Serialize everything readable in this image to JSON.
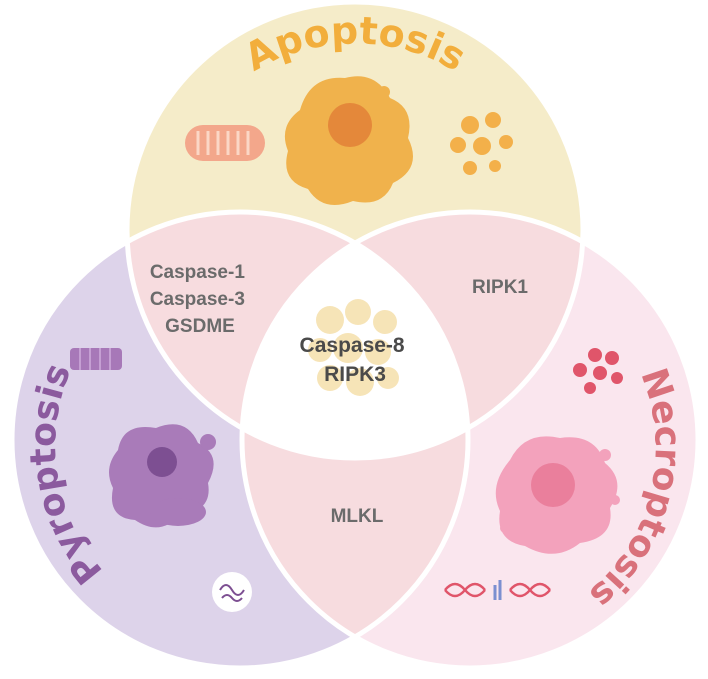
{
  "sets": {
    "apoptosis": {
      "label": "Apoptosis",
      "color": "#f2ae3c",
      "fill": "#f5ecc9"
    },
    "pyroptosis": {
      "label": "Pyroptosis",
      "color": "#8b5a9e",
      "fill": "#ddd3ea"
    },
    "necroptosis": {
      "label": "Necroptosis",
      "color": "#d9717b",
      "fill": "#fae6ee"
    }
  },
  "overlaps": {
    "apoptosis_pyroptosis": [
      "Caspase-1",
      "Caspase-3",
      "GSDME"
    ],
    "apoptosis_necroptosis": [
      "RIPK1"
    ],
    "pyroptosis_necroptosis": [
      "MLKL"
    ],
    "all_three": [
      "Caspase-8",
      "RIPK3"
    ]
  },
  "colors": {
    "pairwise_overlap": "#f7dcdf",
    "center": "#ffffff",
    "ring_stroke": "#ffffff"
  }
}
